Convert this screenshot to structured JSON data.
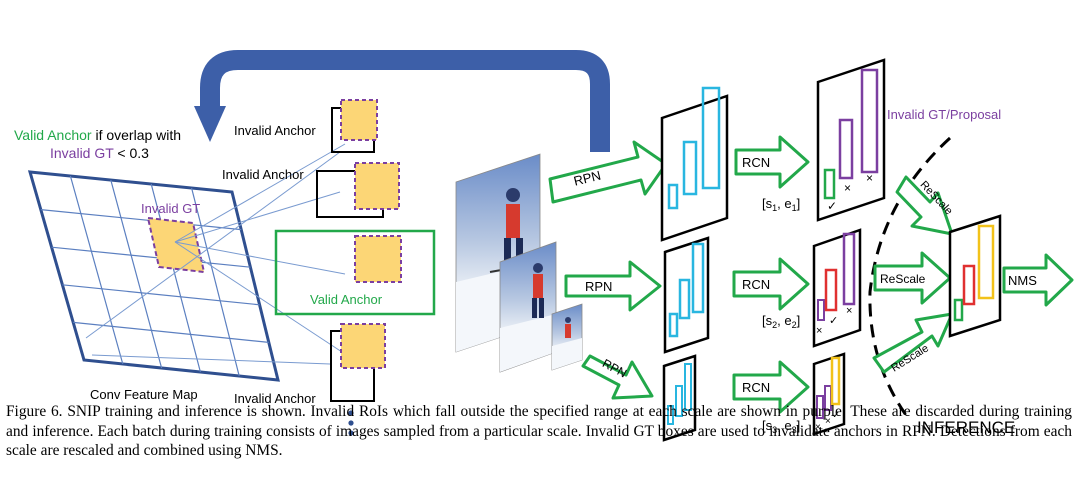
{
  "labels": {
    "valid_anchor_prefix": "Valid Anchor",
    "valid_anchor_suffix": " if overlap with",
    "invalid_gt_threshold": "Invalid GT",
    "threshold_suffix": " < 0.3",
    "invalid_anchor": "Invalid Anchor",
    "valid_anchor": "Valid Anchor",
    "invalid_gt": "Invalid GT",
    "conv_feature_map": "Conv Feature Map",
    "rpn": "RPN",
    "rcn": "RCN",
    "rescale": "ReScale",
    "nms": "NMS",
    "invalid_gt_proposal": "Invalid GT/Proposal",
    "inference": "INFERENCE",
    "range_1": "[s",
    "range_1_sub1": "1",
    "range_1_mid": ", e",
    "range_1_sub2": "1",
    "range_1_end": "]",
    "range_2": "[s",
    "range_2_sub1": "2",
    "range_2_mid": ", e",
    "range_2_sub2": "2",
    "range_2_end": "]",
    "range_3": "[s",
    "range_3_sub1": "3",
    "range_3_mid": ", e",
    "range_3_sub2": "3",
    "range_3_end": "]"
  },
  "caption": "Figure 6. SNIP training and inference is shown. Invalid RoIs which fall outside the specified range at each scale are shown in purple. These are discarded during training and inference. Each batch during training consists of images sampled from a particular scale. Invalid GT boxes are used to invalidate anchors in RPN. Detections from each scale are rescaled and combined using NMS.",
  "colors": {
    "valid_green": "#22a84a",
    "invalid_purple": "#7b3fa0",
    "rpn_cyan": "#29b6e0",
    "arrow_blue": "#3d5fa8",
    "grid_blue": "#2f4f8f",
    "anchor_fill": "#fcd676",
    "detection_red": "#e03030",
    "detection_yellow": "#f2c21a"
  }
}
